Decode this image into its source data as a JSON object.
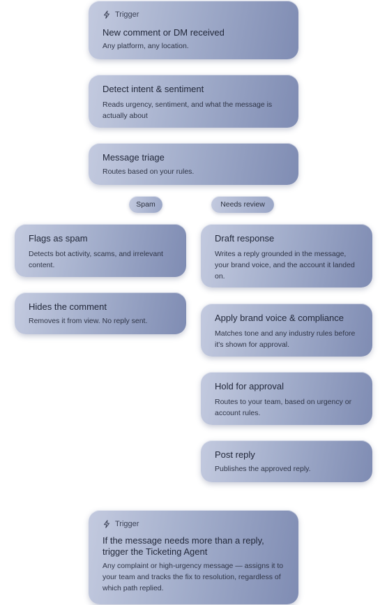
{
  "trigger_top": {
    "label": "Trigger",
    "icon": "lightning-icon",
    "title": "New comment or DM received",
    "desc": "Any platform, any location."
  },
  "detect": {
    "title": "Detect intent & sentiment",
    "desc": "Reads urgency, sentiment, and what the message is actually about"
  },
  "triage": {
    "title": "Message triage",
    "desc": "Routes based on your rules."
  },
  "branches": {
    "spam": "Spam",
    "review": "Needs review"
  },
  "spam_path": [
    {
      "title": "Flags as spam",
      "desc": "Detects bot activity, scams, and irrelevant content."
    },
    {
      "title": "Hides the comment",
      "desc": "Removes it from view. No reply sent."
    }
  ],
  "review_path": [
    {
      "title": "Draft response",
      "desc": "Writes a reply grounded in the message, your brand voice, and the account it landed on."
    },
    {
      "title": "Apply brand voice & compliance",
      "desc": "Matches tone and any industry rules before it's shown for approval."
    },
    {
      "title": "Hold for approval",
      "desc": "Routes to your team, based on urgency or account rules."
    },
    {
      "title": "Post reply",
      "desc": "Publishes the approved reply."
    }
  ],
  "trigger_bottom": {
    "label": "Trigger",
    "icon": "lightning-icon",
    "title": "If the message needs more than a reply, trigger the Ticketing Agent",
    "desc": "Any complaint or high-urgency message — assigns it to your team and tracks the fix to resolution, regardless of which path replied."
  },
  "colors": {
    "card_light": "#c3cadf",
    "card_dark": "#7f8cb3",
    "text": "#22283a"
  }
}
